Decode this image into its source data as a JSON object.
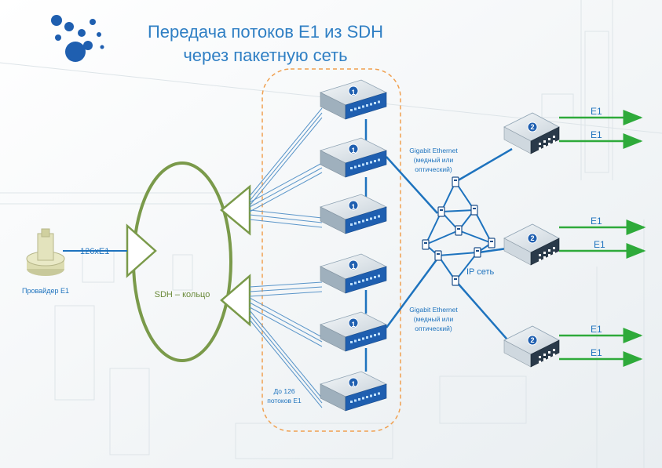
{
  "title": {
    "line1": "Передача потоков E1 из SDH",
    "line2": "через пакетную сеть"
  },
  "labels": {
    "provider": "Провайдер E1",
    "trunk": "126xE1",
    "sdh_ring": "SDH – кольцо",
    "limit_line1": "До 126",
    "limit_line2": "потоков E1",
    "ip_net": "IP сеть",
    "ge_top_1": "Gigabit Ethernet",
    "ge_top_2": "(медный или",
    "ge_top_3": "оптический)",
    "ge_bottom_1": "Gigabit Ethernet",
    "ge_bottom_2": "(медный или",
    "ge_bottom_3": "оптический)"
  },
  "devices": {
    "type1_badge": "1",
    "type2_badge": "2"
  },
  "outputs": [
    "E1",
    "E1",
    "E1",
    "E1",
    "E1",
    "E1"
  ],
  "colors": {
    "title": "#2f7fc4",
    "network_line": "#1e73be",
    "ring": "#7a9a4a",
    "e1_arrow": "#2eaa3a",
    "group_border": "#f0a050",
    "device_blue": "#1f5fb0"
  }
}
